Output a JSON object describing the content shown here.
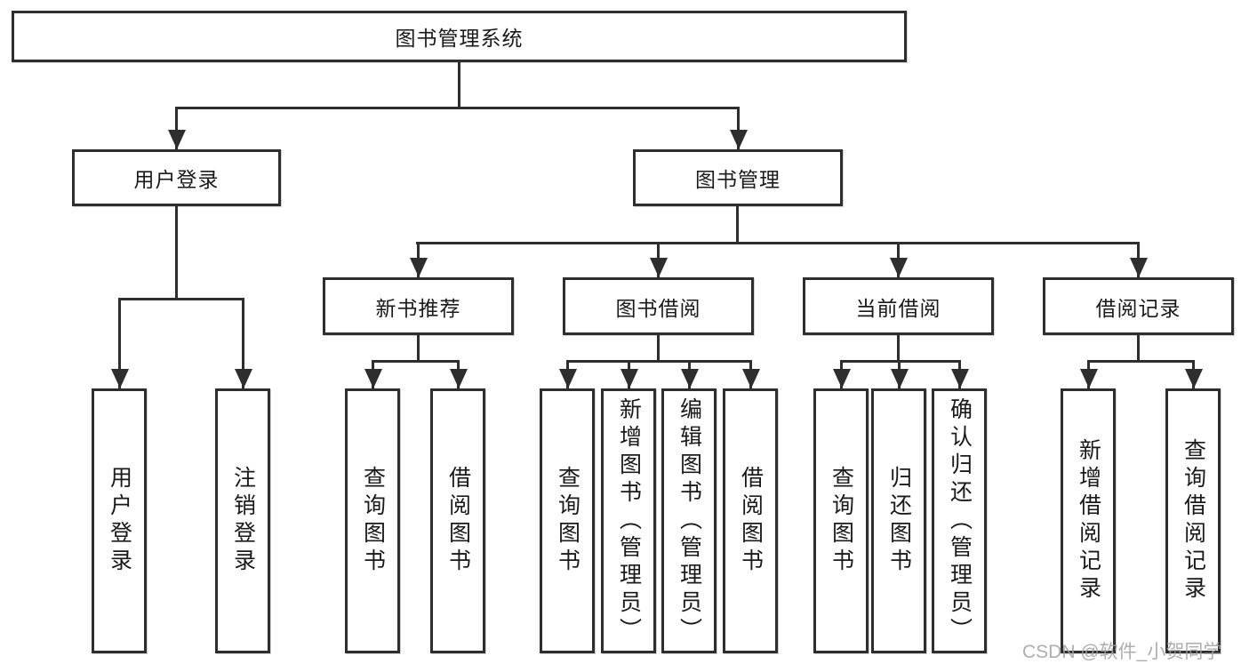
{
  "diagram": {
    "root": "图书管理系统",
    "level2": [
      "用户登录",
      "图书管理"
    ],
    "level3": [
      "新书推荐",
      "图书借阅",
      "当前借阅",
      "借阅记录"
    ],
    "leaves": {
      "user_login": [
        "用户登录",
        "注销登录"
      ],
      "new_books": [
        "查询图书",
        "借阅图书"
      ],
      "borrow": [
        "查询图书",
        "新增图书（管理员）",
        "编辑图书（管理员）",
        "借阅图书"
      ],
      "current": [
        "查询图书",
        "归还图书",
        "确认归还（管理员）"
      ],
      "records": [
        "新增借阅记录",
        "查询借阅记录"
      ]
    }
  },
  "watermark": "CSDN @软件_小贺同学",
  "colors": {
    "line": "#2e2e2e",
    "box_border": "#2e2e2e",
    "text": "#1a1a1a",
    "watermark": "#a0a0a0"
  }
}
